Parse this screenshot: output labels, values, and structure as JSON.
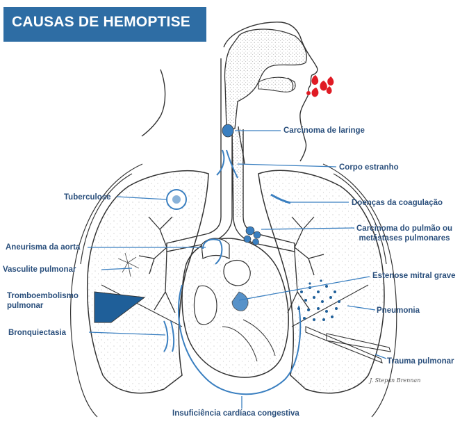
{
  "title": "CAUSAS DE HEMOPTISE",
  "signature": "J. Stepan Brennan",
  "colors": {
    "title_bg": "#2e6da4",
    "label": "#2a4f7c",
    "highlight": "#3a7fc0",
    "blood": "#e01b24",
    "outline": "#333333"
  },
  "labels": {
    "carcinoma_laringe": "Carcinoma de laringe",
    "corpo_estranho": "Corpo estranho",
    "tuberculose": "Tuberculose",
    "doencas_coagulacao": "Doenças da coagulação",
    "carcinoma_pulmao": "Carcinoma do pulmão ou\nmetástases pulmonares",
    "aneurisma_aorta": "Aneurisma da aorta",
    "vasculite_pulmonar": "Vasculite pulmonar",
    "estenose_mitral": "Estenose mitral grave",
    "tromboembolismo": "Tromboembolismo\npulmonar",
    "pneumonia": "Pneumonia",
    "bronquiectasia": "Bronquiectasia",
    "trauma_pulmonar": "Trauma pulmonar",
    "insuficiencia_cardiaca": "Insuficiência cardíaca congestiva"
  }
}
